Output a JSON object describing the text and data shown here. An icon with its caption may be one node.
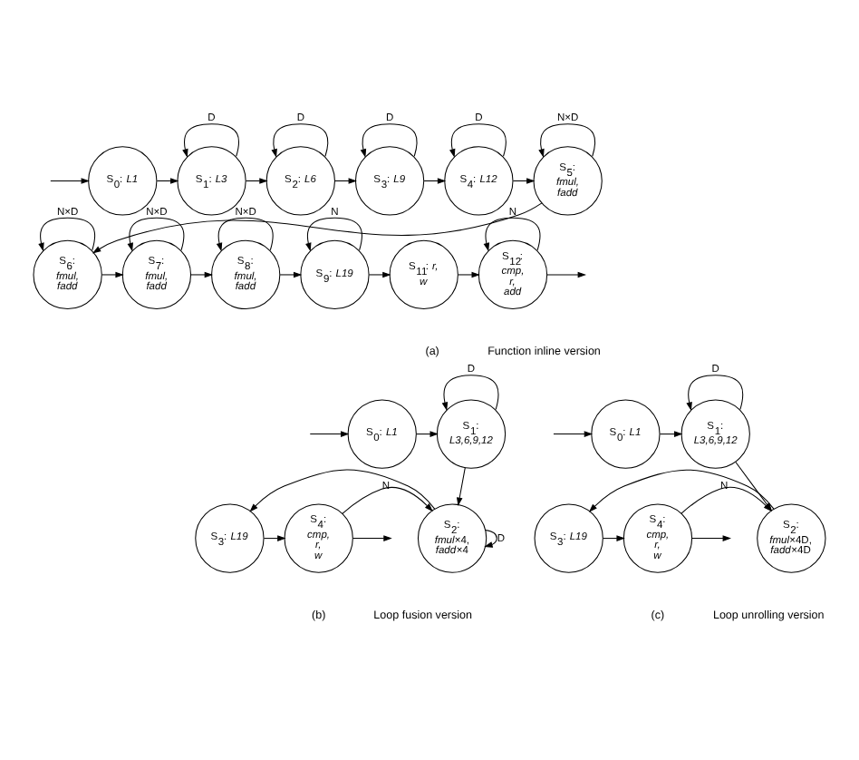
{
  "diagram": {
    "nodes": [
      {
        "text": [
          "S$_{0}$: *L1*"
        ]
      },
      {
        "text": [
          "S$_{1}$: *L3*"
        ]
      },
      {
        "text": [
          "S$_{2}$: *L6*"
        ]
      },
      {
        "text": [
          "S$_{3}$: *L9*"
        ]
      },
      {
        "text": [
          "S$_{4}$: *L12*"
        ]
      },
      {
        "text": [
          "S$_{5}$: *fmul, fadd*"
        ]
      },
      {
        "text": [
          "S$_{12}$: *cmp, r, add*"
        ]
      },
      {
        "text": [
          "S$_{11}$: *r, w*"
        ]
      },
      {
        "text": [
          "S$_{9}$: *L19*"
        ]
      },
      {
        "text": [
          "S$_{8}$: *fmul, fadd*"
        ]
      },
      {
        "text": [
          "S$_{7}$: *fmul, fadd*"
        ]
      },
      {
        "text": [
          "S$_{6}$: *fmul, fadd*"
        ]
      },
      {
        "text": [
          "S$_{0}$: *L1*"
        ]
      },
      {
        "text": [
          "S$_{1}$: *L3,6,9,12*"
        ]
      },
      {
        "text": [
          "S$_{4}$: *cmp, r, w*"
        ]
      },
      {
        "text": [
          "S$_{3}$: *L19*"
        ]
      },
      {
        "text": [
          "S$_{2}$: *fmul*×4, *fadd*×4"
        ]
      },
      {
        "text": [
          "S$_{0}$: *L1*"
        ]
      },
      {
        "text": [
          "S$_{1}$: *L3,6,9,12*"
        ]
      },
      {
        "text": [
          "S$_{4}$: *cmp, r, w*"
        ]
      },
      {
        "text": [
          "S$_{3}$: *L19*"
        ]
      },
      {
        "text": [
          "S$_{2}$: *fmul*×4D, *fadd*×4D"
        ]
      }
    ],
    "edges": [
      {
        "from": null,
        "to": 0,
        "arrow": "to"
      },
      {
        "from": 0,
        "to": 1,
        "arrow": "to"
      },
      {
        "from": 1,
        "to": 1,
        "arrow": "to",
        "label": "D"
      },
      {
        "from": 1,
        "to": 2,
        "arrow": "to"
      },
      {
        "from": 2,
        "to": 2,
        "arrow": "to",
        "label": "D"
      },
      {
        "from": 2,
        "to": 3,
        "arrow": "to"
      },
      {
        "from": 3,
        "to": 3,
        "arrow": "to",
        "label": "D"
      },
      {
        "from": 3,
        "to": 4,
        "arrow": "to"
      },
      {
        "from": 4,
        "to": 4,
        "arrow": "to",
        "label": "D"
      },
      {
        "from": 4,
        "to": 5,
        "arrow": "to"
      },
      {
        "from": 5,
        "to": 5,
        "arrow": "to",
        "label": "N×D"
      },
      {
        "from": 5,
        "to": 11,
        "arrow": "to"
      },
      {
        "from": 11,
        "to": 11,
        "arrow": "to",
        "label": "N×D"
      },
      {
        "from": 11,
        "to": 10,
        "arrow": "to"
      },
      {
        "from": 10,
        "to": 10,
        "arrow": "to",
        "label": "N×D"
      },
      {
        "from": 10,
        "to": 9,
        "arrow": "to"
      },
      {
        "from": 9,
        "to": 9,
        "arrow": "to",
        "label": "N×D"
      },
      {
        "from": 9,
        "to": 8,
        "arrow": "to"
      },
      {
        "from": 8,
        "to": 8,
        "arrow": "to",
        "label": "N"
      },
      {
        "from": 8,
        "to": 7,
        "arrow": "to"
      },
      {
        "from": 7,
        "to": 6,
        "arrow": "to"
      },
      {
        "from": 6,
        "to": 6,
        "arrow": "to",
        "label": "N"
      },
      {
        "from": 6,
        "to": null,
        "arrow": "to"
      },
      {
        "from": null,
        "to": 12,
        "arrow": "to"
      },
      {
        "from": 12,
        "to": 13,
        "arrow": "to"
      },
      {
        "from": 13,
        "to": 13,
        "arrow": "to",
        "label": "D"
      },
      {
        "from": 13,
        "to": 16,
        "arrow": "to"
      },
      {
        "from": 16,
        "to": 16,
        "arrow": "to",
        "label": "D"
      },
      {
        "from": 16,
        "to": 15,
        "arrow": "to"
      },
      {
        "from": 15,
        "to": 14,
        "arrow": "to"
      },
      {
        "from": 14,
        "to": 16,
        "arrow": "to",
        "label": "N"
      },
      {
        "from": 14,
        "to": null,
        "arrow": "to"
      },
      {
        "from": null,
        "to": 17,
        "arrow": "to"
      },
      {
        "from": 17,
        "to": 18,
        "arrow": "to"
      },
      {
        "from": 18,
        "to": 18,
        "arrow": "to",
        "label": "D"
      },
      {
        "from": 18,
        "to": 21,
        "arrow": "to"
      },
      {
        "from": 21,
        "to": 20,
        "arrow": "to"
      },
      {
        "from": 20,
        "to": 19,
        "arrow": "to"
      },
      {
        "from": 19,
        "to": 21,
        "arrow": "to",
        "label": "N"
      },
      {
        "from": 19,
        "to": null,
        "arrow": "to"
      }
    ],
    "labels": [
      "(a)",
      "Function inline version",
      "(b)",
      "Loop fusion version",
      "(c)",
      "Loop unrolling version"
    ]
  }
}
